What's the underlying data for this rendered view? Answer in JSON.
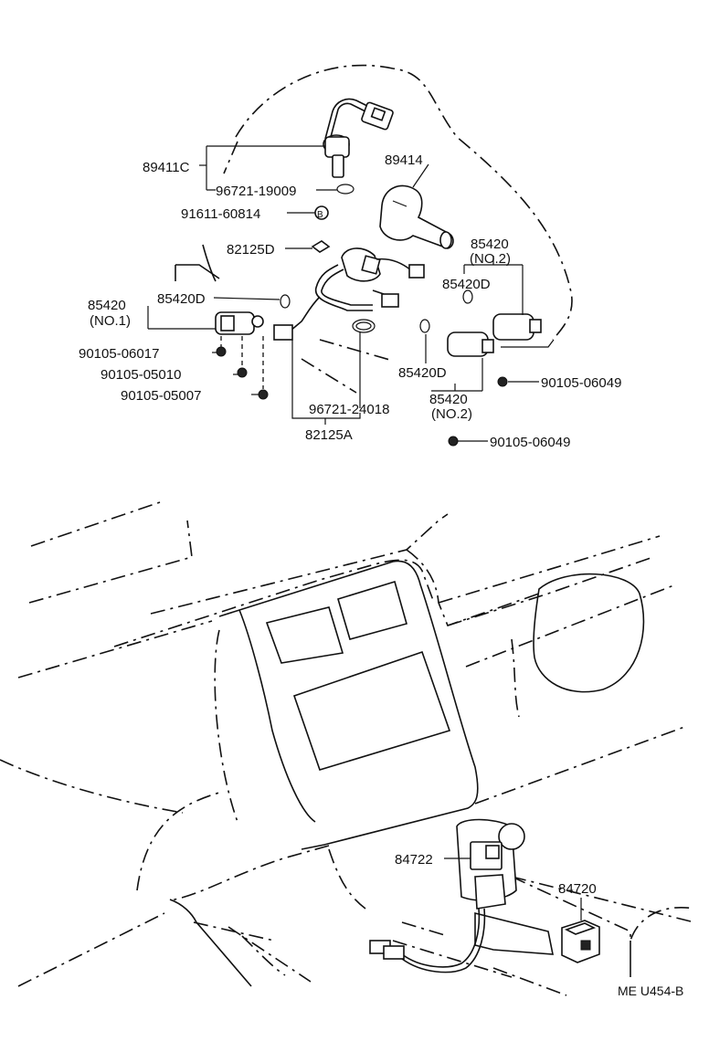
{
  "labels": {
    "p89411c": "89411C",
    "p96721_19009": "96721-19009",
    "p89414": "89414",
    "p91611_60814": "91611-60814",
    "bolt_mark": "B",
    "p82125d": "82125D",
    "p85420_no2_top": "85420",
    "no2_top": "(NO.2)",
    "p85420d_top": "85420D",
    "p85420_no1": "85420",
    "no1": "(NO.1)",
    "p85420d_left": "85420D",
    "p90105_06017": "90105-06017",
    "p90105_05010": "90105-05010",
    "p90105_05007": "90105-05007",
    "p85420d_mid": "85420D",
    "p90105_06049_a": "90105-06049",
    "p85420_no2_mid": "85420",
    "no2_mid": "(NO.2)",
    "p96721_24018": "96721-24018",
    "p82125a": "82125A",
    "p90105_06049_b": "90105-06049",
    "p84722": "84722",
    "p84720": "84720",
    "code": "ME U454-B"
  }
}
